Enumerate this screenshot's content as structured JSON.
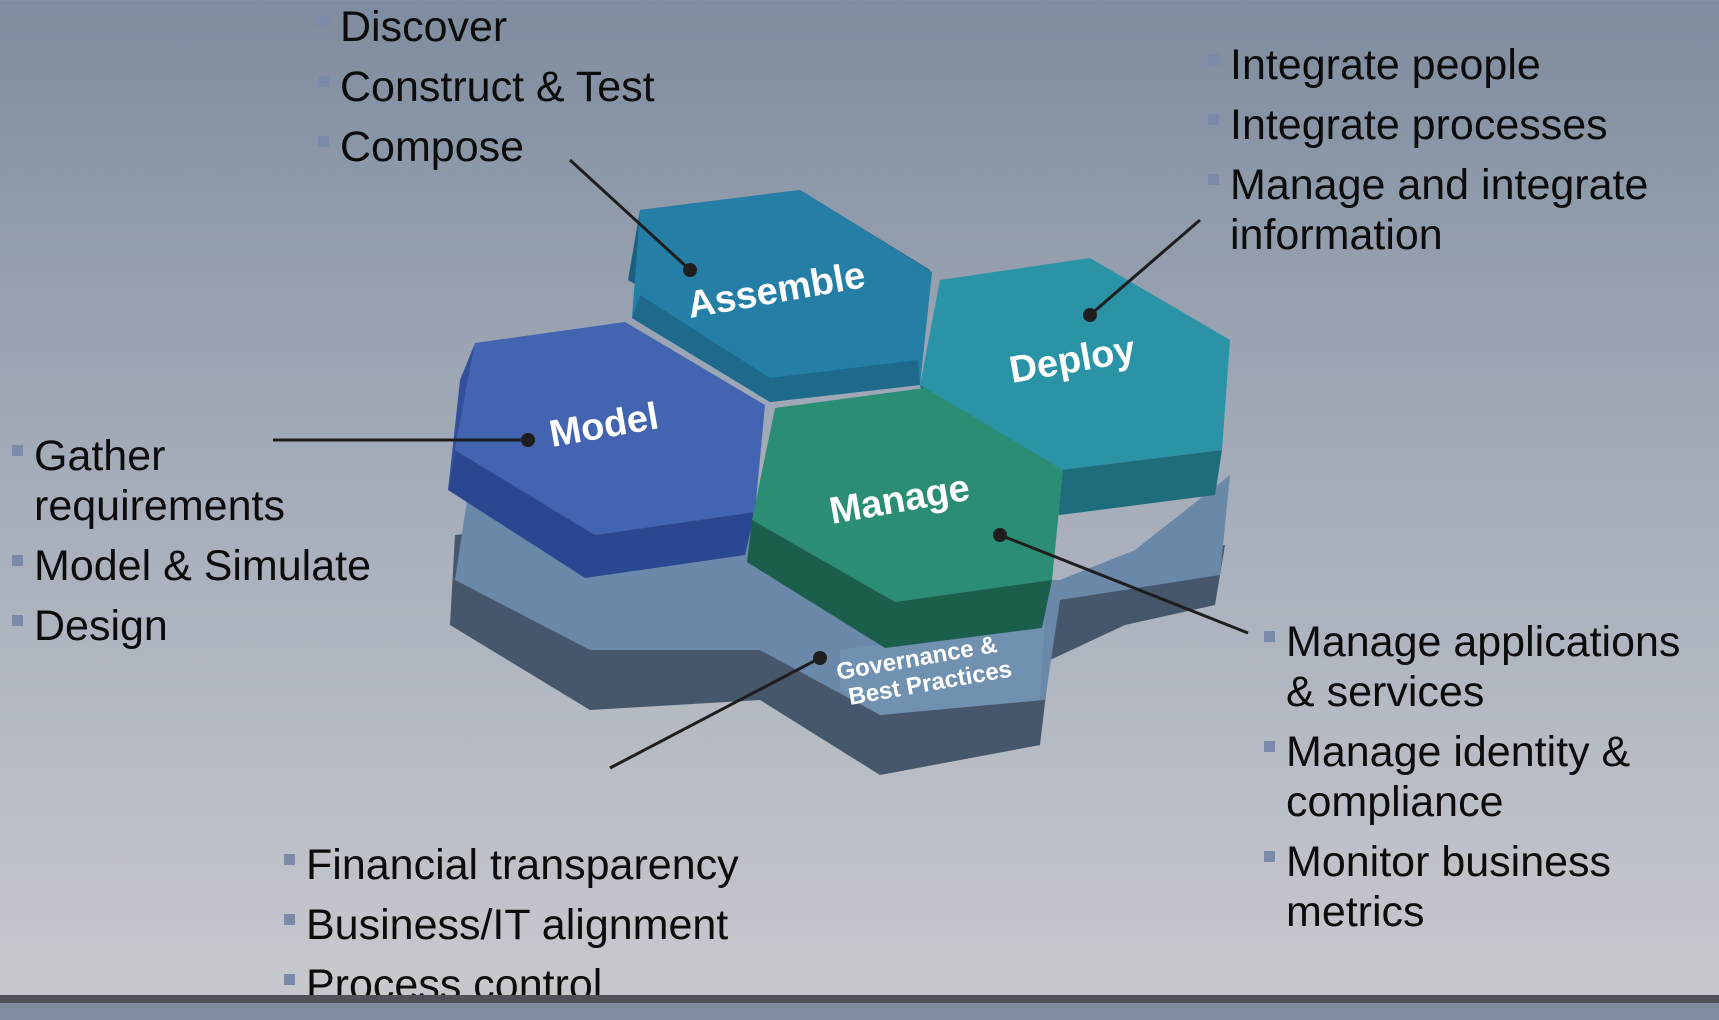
{
  "hexes": {
    "assemble": "Assemble",
    "model": "Model",
    "deploy": "Deploy",
    "manage": "Manage",
    "governance_line1": "Governance &",
    "governance_line2": "Best Practices"
  },
  "lists": {
    "assemble": [
      "Discover",
      "Construct & Test",
      "Compose"
    ],
    "deploy": [
      "Integrate people",
      "Integrate processes",
      "Manage and integrate information"
    ],
    "model": [
      "Gather requirements",
      "Model & Simulate",
      "Design"
    ],
    "manage": [
      "Manage applications & services",
      "Manage identity & compliance",
      "Monitor business metrics"
    ],
    "governance": [
      "Financial transparency",
      "Business/IT alignment",
      "Process control"
    ]
  },
  "colors": {
    "assemble": "#237ea6",
    "model": "#4364b0",
    "deploy": "#2a93a5",
    "manage": "#2a8d74",
    "governance": "#6d8aa8"
  }
}
